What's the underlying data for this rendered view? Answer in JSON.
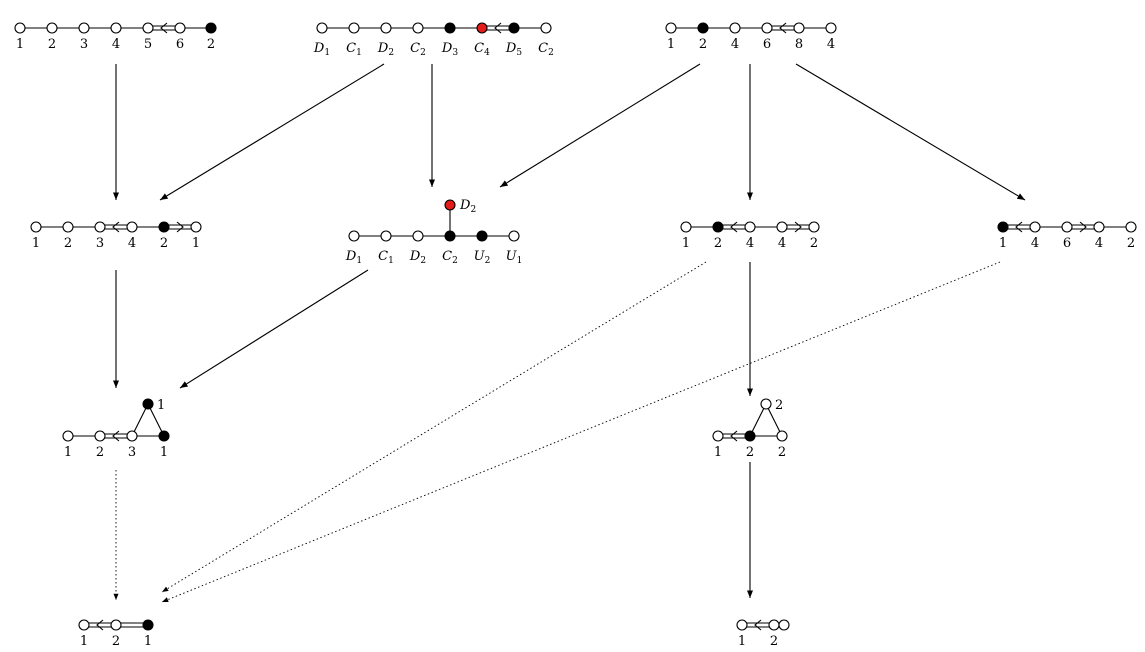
{
  "colors": {
    "open": "#ffffff",
    "filled": "#000000",
    "red": "#e31b1b",
    "stroke": "#000000"
  },
  "diagrams": {
    "d1": {
      "labels": [
        "1",
        "2",
        "3",
        "4",
        "5",
        "6",
        "2"
      ]
    },
    "d2": {
      "labels": [
        [
          "D",
          "1"
        ],
        [
          "C",
          "1"
        ],
        [
          "D",
          "2"
        ],
        [
          "C",
          "2"
        ],
        [
          "D",
          "3"
        ],
        [
          "C",
          "4"
        ],
        [
          "D",
          "5"
        ],
        [
          "C",
          "2"
        ]
      ]
    },
    "d3": {
      "labels": [
        "1",
        "2",
        "4",
        "6",
        "8",
        "4"
      ]
    },
    "d4": {
      "labels": [
        "1",
        "2",
        "3",
        "4",
        "2",
        "1"
      ]
    },
    "d5": {
      "labels": [
        [
          "D",
          "1"
        ],
        [
          "C",
          "1"
        ],
        [
          "D",
          "2"
        ],
        [
          "C",
          "2"
        ],
        [
          "U",
          "2"
        ],
        [
          "U",
          "1"
        ]
      ],
      "branch_label": [
        "D",
        "2"
      ]
    },
    "d6": {
      "labels": [
        "1",
        "2",
        "4",
        "4",
        "2"
      ]
    },
    "d7": {
      "labels": [
        "1",
        "4",
        "6",
        "4",
        "2"
      ]
    },
    "d8": {
      "labels": [
        "1",
        "2",
        "3",
        "1"
      ],
      "apex_label": "1"
    },
    "d9": {
      "labels": [
        "1",
        "2",
        "2"
      ],
      "apex_label": "2"
    },
    "d10": {
      "labels": [
        "1",
        "2",
        "1"
      ]
    },
    "d11": {
      "labels": [
        "1",
        "2"
      ]
    }
  },
  "arrows": [
    {
      "from": "d1",
      "to": "d4",
      "style": "solid"
    },
    {
      "from": "d2",
      "to": "d4",
      "style": "solid"
    },
    {
      "from": "d2",
      "to": "d5",
      "style": "solid"
    },
    {
      "from": "d3",
      "to": "d5",
      "style": "solid"
    },
    {
      "from": "d3",
      "to": "d6",
      "style": "solid"
    },
    {
      "from": "d3",
      "to": "d7",
      "style": "solid"
    },
    {
      "from": "d4",
      "to": "d8",
      "style": "solid"
    },
    {
      "from": "d5",
      "to": "d8",
      "style": "solid"
    },
    {
      "from": "d6",
      "to": "d9",
      "style": "solid"
    },
    {
      "from": "d9",
      "to": "d11",
      "style": "solid"
    },
    {
      "from": "d8",
      "to": "d10",
      "style": "dotted"
    },
    {
      "from": "d6",
      "to": "d10",
      "style": "dotted"
    },
    {
      "from": "d7",
      "to": "d10",
      "style": "dotted"
    }
  ]
}
